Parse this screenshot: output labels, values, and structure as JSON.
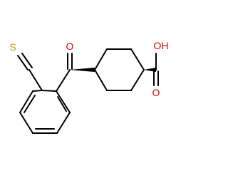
{
  "structure": {
    "atoms": {
      "sulfur": "S",
      "ketone_oxygen": "O",
      "carbonyl_oxygen": "O",
      "hydroxyl": "OH"
    },
    "colors": {
      "bond": "#000000",
      "sulfur": "#b5a000",
      "oxygen": "#e00000",
      "background": "#ffffff"
    }
  }
}
